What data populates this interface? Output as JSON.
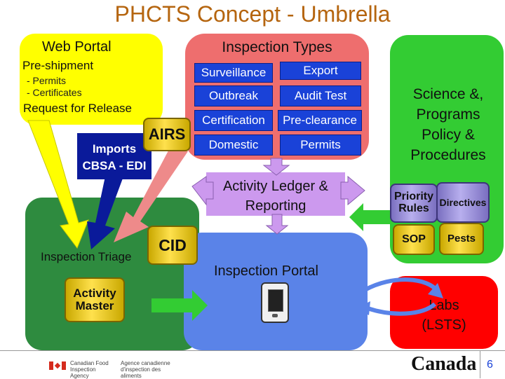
{
  "title": "PHCTS Concept - Umbrella",
  "web_portal": {
    "heading": "Web Portal",
    "pre_shipment": "Pre-shipment",
    "permits": "- Permits",
    "certificates": "- Certificates",
    "request": "Request for Release"
  },
  "inspection_types": {
    "heading": "Inspection Types",
    "cells": [
      "Surveillance",
      "Export",
      "Outbreak",
      "Audit Test",
      "Certification",
      "Pre-clearance",
      "Domestic",
      "Permits"
    ]
  },
  "science": "Science &, Programs Policy & Procedures",
  "imports_label": "Imports",
  "cbsa_label": "CBSA - EDI",
  "airs": "AIRS",
  "cid": "CID",
  "activity_ledger": "Activity Ledger & Reporting",
  "science_stores": [
    "Priority Rules",
    "Directives",
    "SOP",
    "Pests"
  ],
  "inspection_triage": "Inspection Triage",
  "activity_master": "Activity Master",
  "inspection_portal": "Inspection Portal",
  "labs": "Labs (LSTS)",
  "footer": {
    "agency_en": "Canadian Food Inspection Agency",
    "agency_fr": "Agence canadienne d'inspection des aliments",
    "wordmark": "Canada",
    "page_number": "6"
  },
  "colors": {
    "title": "#b5650f",
    "web_portal": "#ffff00",
    "inspection_types": "#ee6e6e",
    "science": "#33cc33",
    "triage": "#2e8b3f",
    "portal": "#5a83e8",
    "labs": "#ff0000",
    "ledger": "#cc99ee",
    "cells": "#1a42d8"
  }
}
